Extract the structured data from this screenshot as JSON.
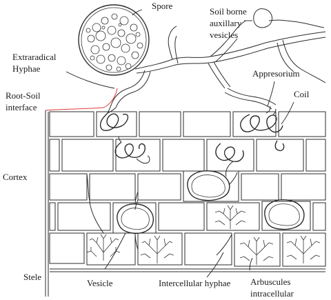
{
  "labels": {
    "spore": "Spore",
    "soil_borne_1": "Soil borne",
    "soil_borne_2": "auxillary",
    "soil_borne_3": "vesicles",
    "extraradical_1": "Extraradical",
    "extraradical_2": "Hyphae",
    "root_soil_1": "Root-Soil",
    "root_soil_2": "interface",
    "appresorium": "Appresorium",
    "coil": "Coil",
    "cortex": "Cortex",
    "stele": "Stele",
    "vesicle": "Vesicle",
    "intercellular_hyphae": "Intercellular hyphae",
    "arbuscules_1": "Arbuscules",
    "arbuscules_2": "intracellular"
  },
  "colors": {
    "ink": "#2a2a2a",
    "interface_line": "#e03a3a",
    "background": "#ffffff"
  }
}
